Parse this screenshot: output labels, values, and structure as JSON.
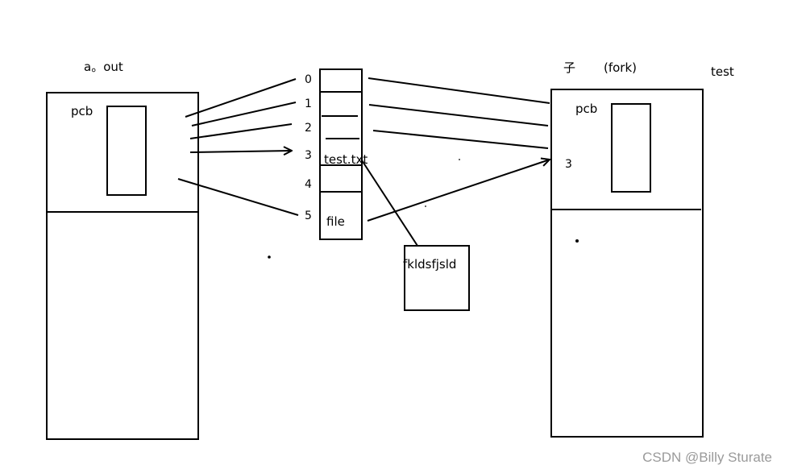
{
  "parent": {
    "title": "a。out",
    "pcb_label": "pcb"
  },
  "child": {
    "title": "子",
    "fork_label": "(fork)",
    "test_label": "test",
    "pcb_label": "pcb",
    "fd_label": "3"
  },
  "fd_table": {
    "indices": [
      "0",
      "1",
      "2",
      "3",
      "4",
      "5"
    ],
    "file_names": [
      "test.txt",
      "file"
    ]
  },
  "file_content": "fkldsfjsld",
  "watermark": "CSDN @Billy Sturate",
  "colors": {
    "ink": "#000000",
    "watermark": "#9a9a9a"
  }
}
